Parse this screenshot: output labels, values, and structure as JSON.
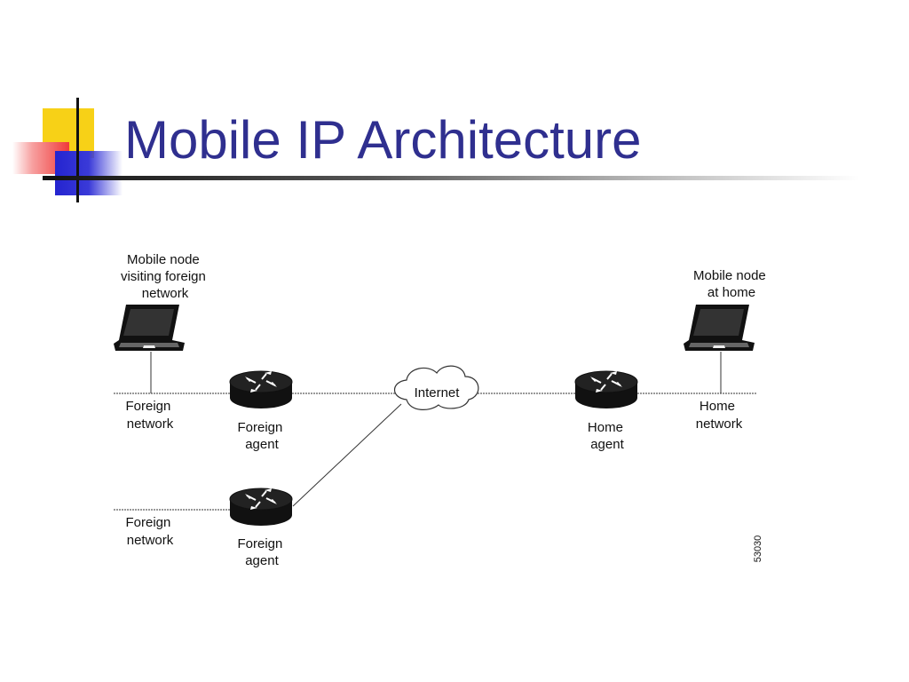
{
  "slide": {
    "title": "Mobile IP Architecture"
  },
  "diagram": {
    "mobile_node_visiting": [
      "Mobile node",
      "visiting foreign",
      "network"
    ],
    "mobile_node_home": [
      "Mobile node",
      "at home"
    ],
    "foreign_network_top": [
      "Foreign",
      "network"
    ],
    "foreign_network_bottom": [
      "Foreign",
      "network"
    ],
    "foreign_agent_top": [
      "Foreign",
      "agent"
    ],
    "foreign_agent_bottom": [
      "Foreign",
      "agent"
    ],
    "internet": "Internet",
    "home_agent": [
      "Home",
      "agent"
    ],
    "home_network": [
      "Home",
      "network"
    ],
    "figure_number": "53030"
  }
}
